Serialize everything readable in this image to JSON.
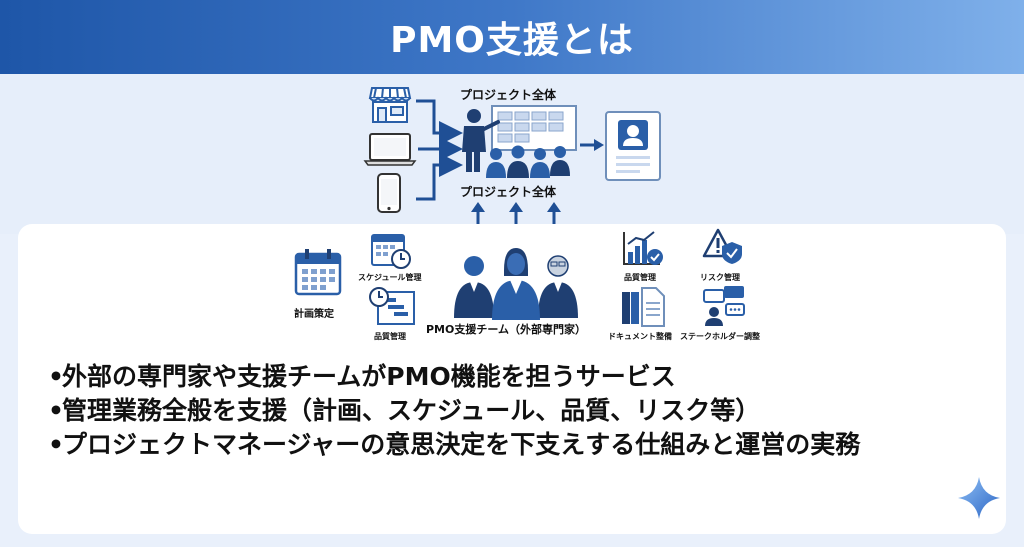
{
  "title": "PMO支援とは",
  "diagram": {
    "project_label_top": "プロジェクト全体",
    "project_label_bottom": "プロジェクト全体",
    "team_label": "PMO支援チーム（外部専門家）",
    "left_items": {
      "plan": "計画策定",
      "schedule": "スケジュール管理",
      "quality": "品質管理"
    },
    "right_items": {
      "quality": "品質管理",
      "risk": "リスク管理",
      "docs": "ドキュメント整備",
      "stakeholder": "ステークホルダー調整"
    }
  },
  "bullets": [
    "外部の専門家や支援チームがPMO機能を担うサービス",
    "管理業務全般を支援（計画、スケジュール、品質、リスク等）",
    "プロジェクトマネージャーの意思決定を下支えする仕組みと運営の実務"
  ],
  "bullet_marker": "•",
  "colors": {
    "header_start": "#1e56a8",
    "header_end": "#7fb0ea",
    "icon_navy": "#1f3f72",
    "icon_blue": "#2a5fa8",
    "background": "#e9f0fb"
  }
}
